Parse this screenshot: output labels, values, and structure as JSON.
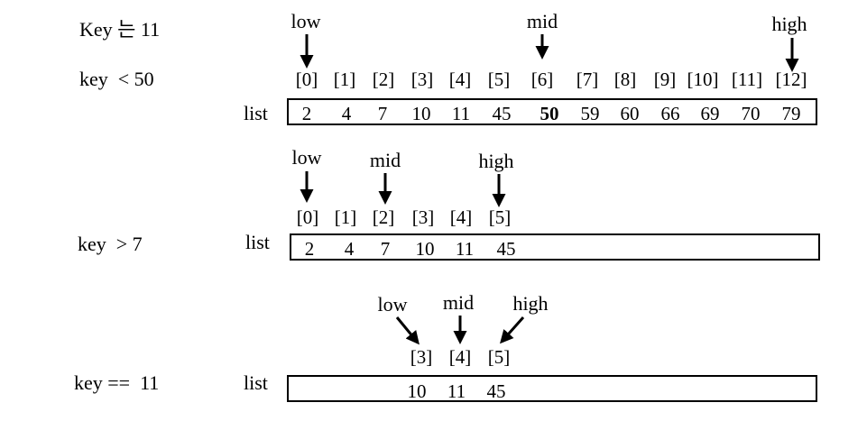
{
  "key_line": "Key 는 11",
  "steps": [
    {
      "condition": "key  < 50",
      "list_label": "list",
      "pointers": [
        "low",
        "mid",
        "high"
      ],
      "indices": [
        "[0]",
        "[1]",
        "[2]",
        "[3]",
        "[4]",
        "[5]",
        "[6]",
        "[7]",
        "[8]",
        "[9]",
        "[10]",
        "[11]",
        "[12]"
      ],
      "values": [
        "2",
        "4",
        "7",
        "10",
        "11",
        "45",
        "50",
        "59",
        "60",
        "66",
        "69",
        "70",
        "79"
      ],
      "emphasized_value": "50"
    },
    {
      "condition": "key  > 7",
      "list_label": "list",
      "pointers": [
        "low",
        "mid",
        "high"
      ],
      "indices": [
        "[0]",
        "[1]",
        "[2]",
        "[3]",
        "[4]",
        "[5]"
      ],
      "values": [
        "2",
        "4",
        "7",
        "10",
        "11",
        "45"
      ]
    },
    {
      "condition": "key ==  11",
      "list_label": "list",
      "pointers": [
        "low",
        "mid",
        "high"
      ],
      "indices": [
        "[3]",
        "[4]",
        "[5]"
      ],
      "values": [
        "10",
        "11",
        "45"
      ]
    }
  ]
}
